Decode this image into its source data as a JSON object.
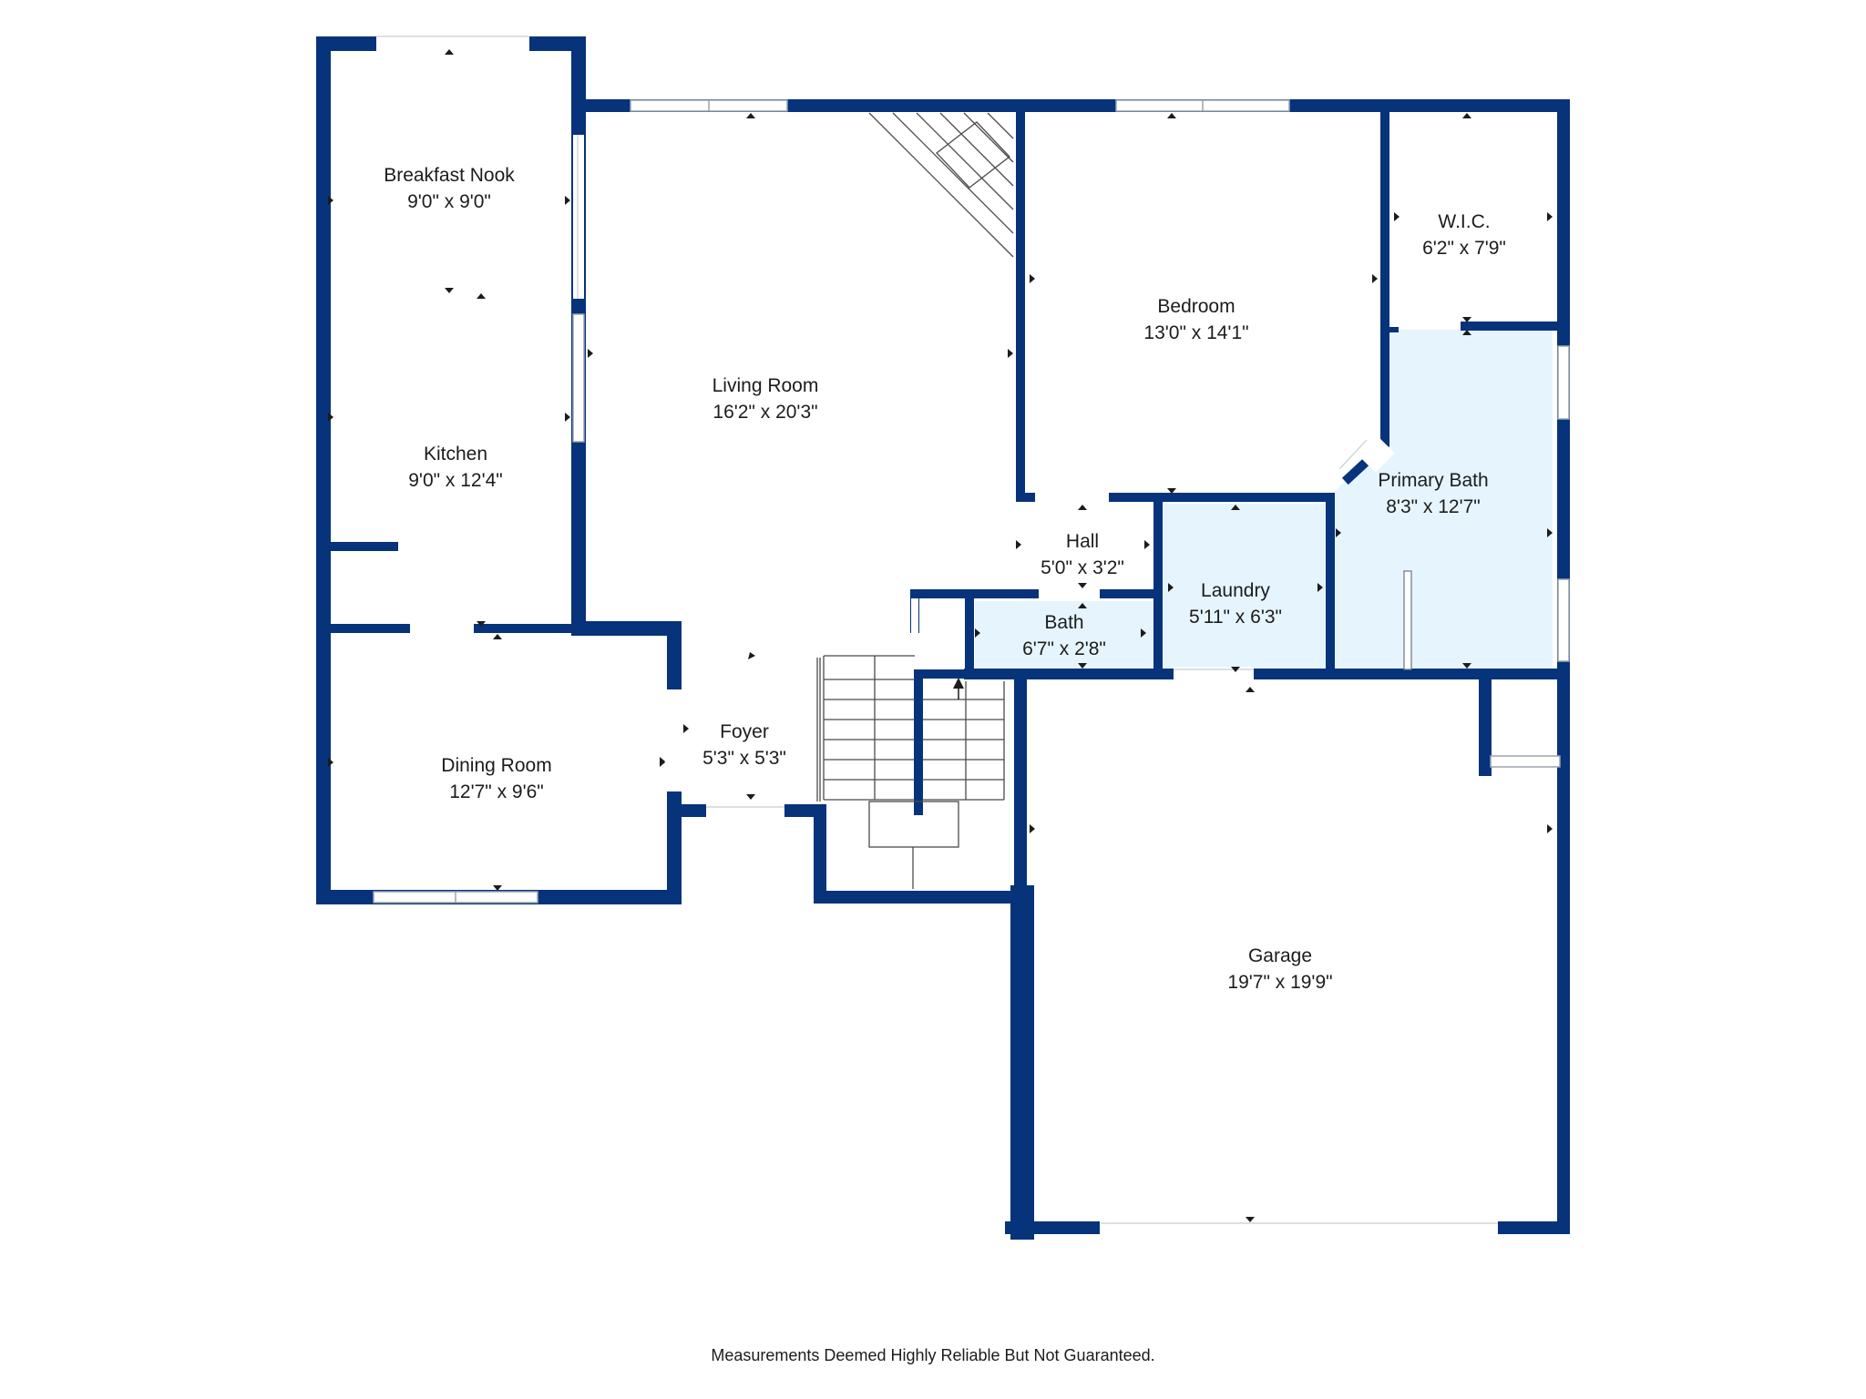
{
  "colors": {
    "wall": "#06337a",
    "wet_room_fill": "#e5f4fd",
    "background": "#ffffff",
    "text": "#1c1c1c"
  },
  "rooms": {
    "breakfast_nook": {
      "name": "Breakfast Nook",
      "size": "9'0\" x 9'0\""
    },
    "kitchen": {
      "name": "Kitchen",
      "size": "9'0\" x 12'4\""
    },
    "living_room": {
      "name": "Living Room",
      "size": "16'2\" x 20'3\""
    },
    "bedroom": {
      "name": "Bedroom",
      "size": "13'0\" x 14'1\""
    },
    "wic": {
      "name": "W.I.C.",
      "size": "6'2\" x 7'9\""
    },
    "primary_bath": {
      "name": "Primary Bath",
      "size": "8'3\" x 12'7\""
    },
    "hall": {
      "name": "Hall",
      "size": "5'0\" x 3'2\""
    },
    "laundry": {
      "name": "Laundry",
      "size": "5'11\" x 6'3\""
    },
    "bath": {
      "name": "Bath",
      "size": "6'7\" x 2'8\""
    },
    "dining_room": {
      "name": "Dining Room",
      "size": "12'7\" x 9'6\""
    },
    "foyer": {
      "name": "Foyer",
      "size": "5'3\" x 5'3\""
    },
    "garage": {
      "name": "Garage",
      "size": "19'7\" x 19'9\""
    }
  },
  "disclaimer": "Measurements Deemed Highly Reliable But Not Guaranteed."
}
